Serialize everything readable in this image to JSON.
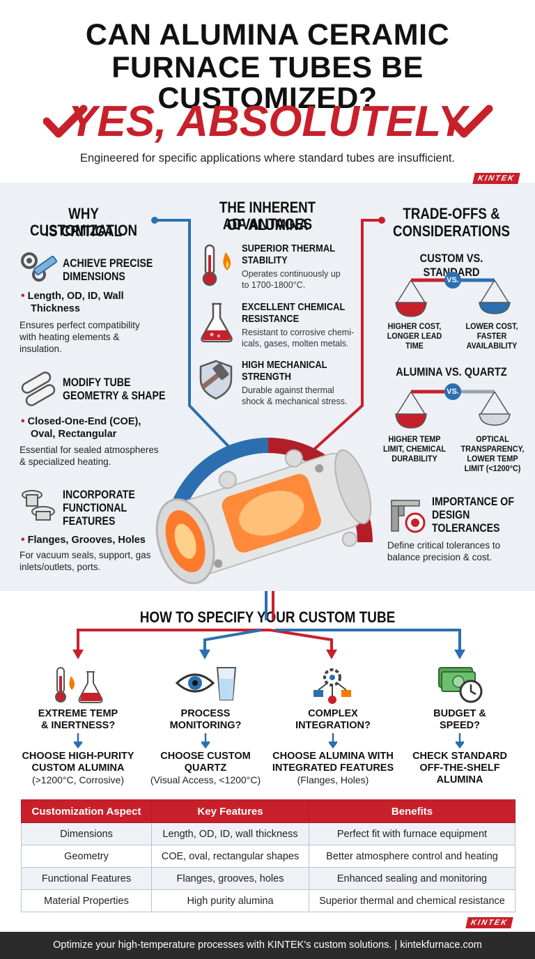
{
  "header": {
    "title_line1": "CAN ALUMINA CERAMIC",
    "title_line2": "FURNACE TUBES BE CUSTOMIZED?",
    "answer": "YES, ABSOLUTELY",
    "tagline": "Engineered for specific applications where standard tubes are insufficient.",
    "brand": "KINTEK"
  },
  "why": {
    "title_line1": "WHY CUSTOMIZATION",
    "title_line2": "IS CRITICAL",
    "items": [
      {
        "icon": "gear-ruler-icon",
        "title1": "ACHIEVE PRECISE",
        "title2": "DIMENSIONS",
        "bullet1": "Length, OD, ID, Wall",
        "bullet2": "Thickness",
        "desc1": "Ensures perfect compatibility",
        "desc2": "with heating elements &",
        "desc3": "insulation."
      },
      {
        "icon": "tube-shapes-icon",
        "title1": "MODIFY TUBE",
        "title2": "GEOMETRY & SHAPE",
        "bullet1": "Closed-One-End (COE),",
        "bullet2": "Oval, Rectangular",
        "desc1": "Essential for sealed atmospheres",
        "desc2": "& specialized heating."
      },
      {
        "icon": "flange-icon",
        "title1": "INCORPORATE",
        "title2": "FUNCTIONAL",
        "title3": "FEATURES",
        "bullet1": "Flanges, Grooves, Holes",
        "desc1": "For vacuum seals, support, gas",
        "desc2": "inlets/outlets, ports."
      }
    ]
  },
  "advantages": {
    "title_line1": "THE INHERENT ADVANTAGES",
    "title_line2": "OF ALUMINA",
    "items": [
      {
        "icon": "thermometer-flame-icon",
        "title1": "SUPERIOR THERMAL",
        "title2": "STABILITY",
        "desc1": "Operates continuously up",
        "desc2": "to 1700-1800°C."
      },
      {
        "icon": "flask-icon",
        "title1": "EXCELLENT CHEMICAL",
        "title2": "RESISTANCE",
        "desc1": "Resistant to corrosive chemi-",
        "desc2": "icals, gases, molten metals."
      },
      {
        "icon": "shield-hammer-icon",
        "title1": "HIGH MECHANICAL",
        "title2": "STRENGTH",
        "desc1": "Durable against thermal",
        "desc2": "shock & mechanical stress."
      }
    ]
  },
  "tradeoffs": {
    "title_line1": "TRADE-OFFS &",
    "title_line2": "CONSIDERATIONS",
    "vs_label": "VS.",
    "cmp1": {
      "head": "CUSTOM VS. STANDARD",
      "left1": "HIGHER COST,",
      "left2": "LONGER LEAD",
      "left3": "TIME",
      "right1": "LOWER COST,",
      "right2": "FASTER",
      "right3": "AVAILABILITY"
    },
    "cmp2": {
      "head": "ALUMINA VS. QUARTZ",
      "left1": "HIGHER TEMP",
      "left2": "LIMIT, CHEMICAL",
      "left3": "DURABILITY",
      "right1": "OPTICAL",
      "right2": "TRANSPARENCY,",
      "right3": "LOWER TEMP",
      "right4": "LIMIT (<1200°C)"
    },
    "tol": {
      "title1": "IMPORTANCE OF",
      "title2": "DESIGN",
      "title3": "TOLERANCES",
      "desc1": "Define critical tolerances to",
      "desc2": "balance precision & cost."
    }
  },
  "specify": {
    "title": "HOW TO SPECIFY YOUR CUSTOM TUBE",
    "options": [
      {
        "icon": "temp-flask-icon",
        "q1": "EXTREME TEMP",
        "q2": "& INERTNESS?",
        "a1": "CHOOSE HIGH-PURITY",
        "a2": "CUSTOM ALUMINA",
        "sub": "(>1200°C, Corrosive)"
      },
      {
        "icon": "eye-glass-icon",
        "q1": "PROCESS",
        "q2": "MONITORING?",
        "a1": "CHOOSE CUSTOM",
        "a2": "QUARTZ",
        "sub": "(Visual Access, <1200°C)"
      },
      {
        "icon": "integration-icon",
        "q1": "COMPLEX",
        "q2": "INTEGRATION?",
        "a1": "CHOOSE ALUMINA WITH",
        "a2": "INTEGRATED FEATURES",
        "sub": "(Flanges, Holes)"
      },
      {
        "icon": "money-clock-icon",
        "q1": "BUDGET &",
        "q2": "SPEED?",
        "a1": "CHECK STANDARD",
        "a2": "OFF-THE-SHELF",
        "a3": "ALUMINA"
      }
    ]
  },
  "table": {
    "headers": [
      "Customization Aspect",
      "Key Features",
      "Benefits"
    ],
    "rows": [
      [
        "Dimensions",
        "Length, OD, ID, wall thickness",
        "Perfect fit with furnace equipment"
      ],
      [
        "Geometry",
        "COE, oval, rectangular shapes",
        "Better atmosphere control and heating"
      ],
      [
        "Functional Features",
        "Flanges, grooves, holes",
        "Enhanced sealing and monitoring"
      ],
      [
        "Material Properties",
        "High purity alumina",
        "Superior thermal and chemical resistance"
      ]
    ]
  },
  "footer": {
    "text": "Optimize your high-temperature processes with KINTEK's custom solutions. | kintekfurnace.com"
  },
  "colors": {
    "accent_red": "#c8202b",
    "accent_blue": "#2c6fb0",
    "band_bg": "#edf1f6",
    "footer_bg": "#2b2b2b"
  }
}
